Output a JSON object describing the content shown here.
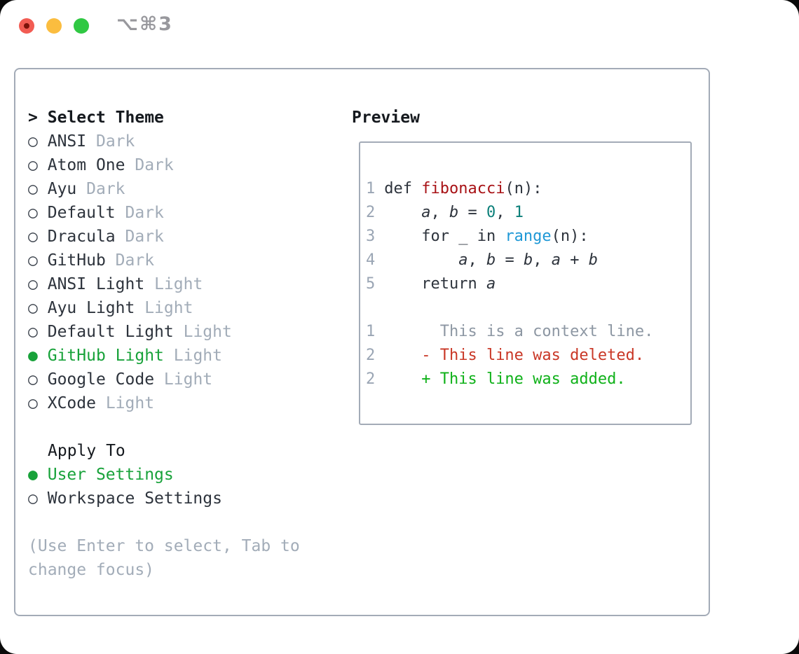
{
  "window": {
    "title_shortcut": "⌥⌘3",
    "traffic_lights": [
      {
        "name": "close",
        "color": "#f25c53",
        "has_unsaved_dot": true
      },
      {
        "name": "minimize",
        "color": "#fbbd3f"
      },
      {
        "name": "zoom",
        "color": "#30c843"
      }
    ]
  },
  "icons": {
    "radio_selected": "●",
    "radio_unselected": "○",
    "cursor": ">"
  },
  "theme_picker": {
    "cursor": ">",
    "title": "Select Theme",
    "items": [
      {
        "name": "ANSI",
        "variant": "Dark",
        "selected": false
      },
      {
        "name": "Atom One",
        "variant": "Dark",
        "selected": false
      },
      {
        "name": "Ayu",
        "variant": "Dark",
        "selected": false
      },
      {
        "name": "Default",
        "variant": "Dark",
        "selected": false
      },
      {
        "name": "Dracula",
        "variant": "Dark",
        "selected": false
      },
      {
        "name": "GitHub",
        "variant": "Dark",
        "selected": false
      },
      {
        "name": "ANSI Light",
        "variant": "Light",
        "selected": false
      },
      {
        "name": "Ayu Light",
        "variant": "Light",
        "selected": false
      },
      {
        "name": "Default Light",
        "variant": "Light",
        "selected": false
      },
      {
        "name": "GitHub Light",
        "variant": "Light",
        "selected": true
      },
      {
        "name": "Google Code",
        "variant": "Light",
        "selected": false
      },
      {
        "name": "XCode",
        "variant": "Light",
        "selected": false
      }
    ],
    "apply_to": {
      "title": "Apply To",
      "options": [
        {
          "name": "User Settings",
          "selected": true
        },
        {
          "name": "Workspace Settings",
          "selected": false
        }
      ]
    },
    "hint_lines": [
      "(Use Enter to select, Tab to",
      "change focus)"
    ]
  },
  "preview": {
    "title": "Preview",
    "lines": [
      {
        "num": "1",
        "segments": [
          {
            "t": "def ",
            "c": "fg"
          },
          {
            "t": "fibonacci",
            "c": "func"
          },
          {
            "t": "(n):",
            "c": "fg"
          }
        ]
      },
      {
        "num": "2",
        "segments": [
          {
            "t": "    ",
            "c": "fg"
          },
          {
            "t": "a",
            "c": "var"
          },
          {
            "t": ", ",
            "c": "fg"
          },
          {
            "t": "b",
            "c": "var"
          },
          {
            "t": " = ",
            "c": "fg"
          },
          {
            "t": "0",
            "c": "num"
          },
          {
            "t": ", ",
            "c": "fg"
          },
          {
            "t": "1",
            "c": "num"
          }
        ]
      },
      {
        "num": "3",
        "segments": [
          {
            "t": "    for _ in ",
            "c": "fg"
          },
          {
            "t": "range",
            "c": "call"
          },
          {
            "t": "(n):",
            "c": "fg"
          }
        ]
      },
      {
        "num": "4",
        "segments": [
          {
            "t": "        ",
            "c": "fg"
          },
          {
            "t": "a",
            "c": "var"
          },
          {
            "t": ", ",
            "c": "fg"
          },
          {
            "t": "b",
            "c": "var"
          },
          {
            "t": " = ",
            "c": "fg"
          },
          {
            "t": "b",
            "c": "var"
          },
          {
            "t": ", ",
            "c": "fg"
          },
          {
            "t": "a",
            "c": "var"
          },
          {
            "t": " + ",
            "c": "fg"
          },
          {
            "t": "b",
            "c": "var"
          }
        ]
      },
      {
        "num": "5",
        "segments": [
          {
            "t": "    return ",
            "c": "fg"
          },
          {
            "t": "a",
            "c": "var"
          }
        ]
      },
      {
        "num": "",
        "segments": []
      },
      {
        "num": "1",
        "segments": [
          {
            "t": "      This is a context line.",
            "c": "context"
          }
        ]
      },
      {
        "num": "2",
        "segments": [
          {
            "t": "    - This line was deleted.",
            "c": "deleted"
          }
        ]
      },
      {
        "num": "2",
        "segments": [
          {
            "t": "    + This line was added.",
            "c": "added"
          }
        ]
      }
    ]
  },
  "colors": {
    "accent_green": "#18a23a",
    "added_green": "#0fb119",
    "deleted_red": "#c93726",
    "function_red": "#a81216",
    "number_teal": "#0c7f79",
    "call_blue": "#1f98d6",
    "muted_gray": "#a2acb8",
    "border_gray": "#a3abb7",
    "text_dark": "#2d333c"
  }
}
